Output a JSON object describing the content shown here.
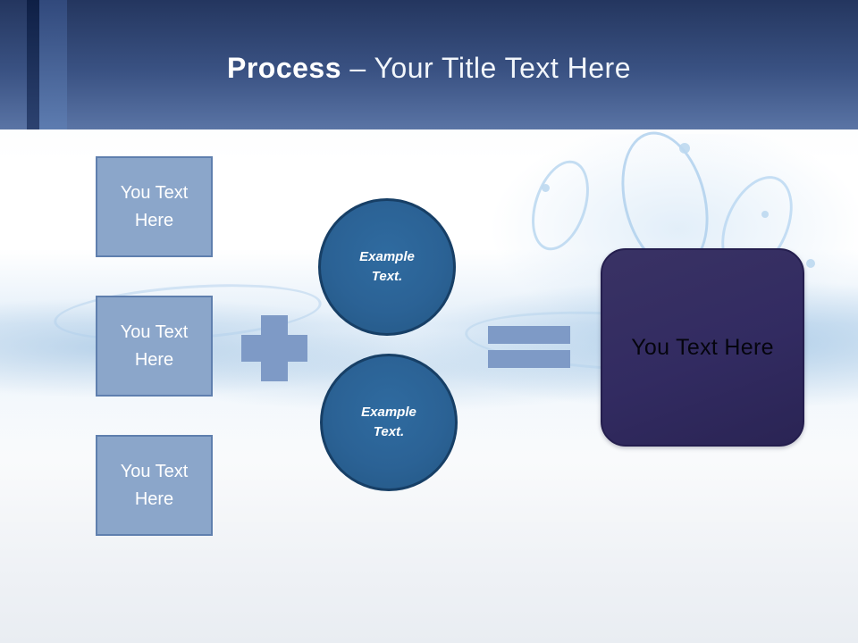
{
  "slide": {
    "title": {
      "bold": "Process",
      "rest": "– Your Title Text Here"
    },
    "inputs": [
      {
        "label": "You Text Here"
      },
      {
        "label": "You Text Here"
      },
      {
        "label": "You Text Here"
      }
    ],
    "operators": [
      {
        "name": "plus",
        "symbol": "+"
      },
      {
        "name": "equals",
        "symbol": "="
      }
    ],
    "circles": [
      {
        "label": "Example Text."
      },
      {
        "label": "Example Text."
      }
    ],
    "result": {
      "label": "You Text Here"
    },
    "colors": {
      "header_top": "#24365f",
      "header_bottom": "#5a74a5",
      "accent_stripe_dark": "#0e1f45",
      "accent_stripe_light": "#4a699e",
      "input_box_fill": "#8ba6ca",
      "input_box_border": "#5f7fae",
      "operator_fill": "#7e9ac6",
      "circle_fill": "#2b6295",
      "circle_border": "#173f66",
      "result_fill": "#322b61",
      "result_border": "#241e4e",
      "title_text": "#ffffff",
      "result_text": "#05050e"
    }
  }
}
